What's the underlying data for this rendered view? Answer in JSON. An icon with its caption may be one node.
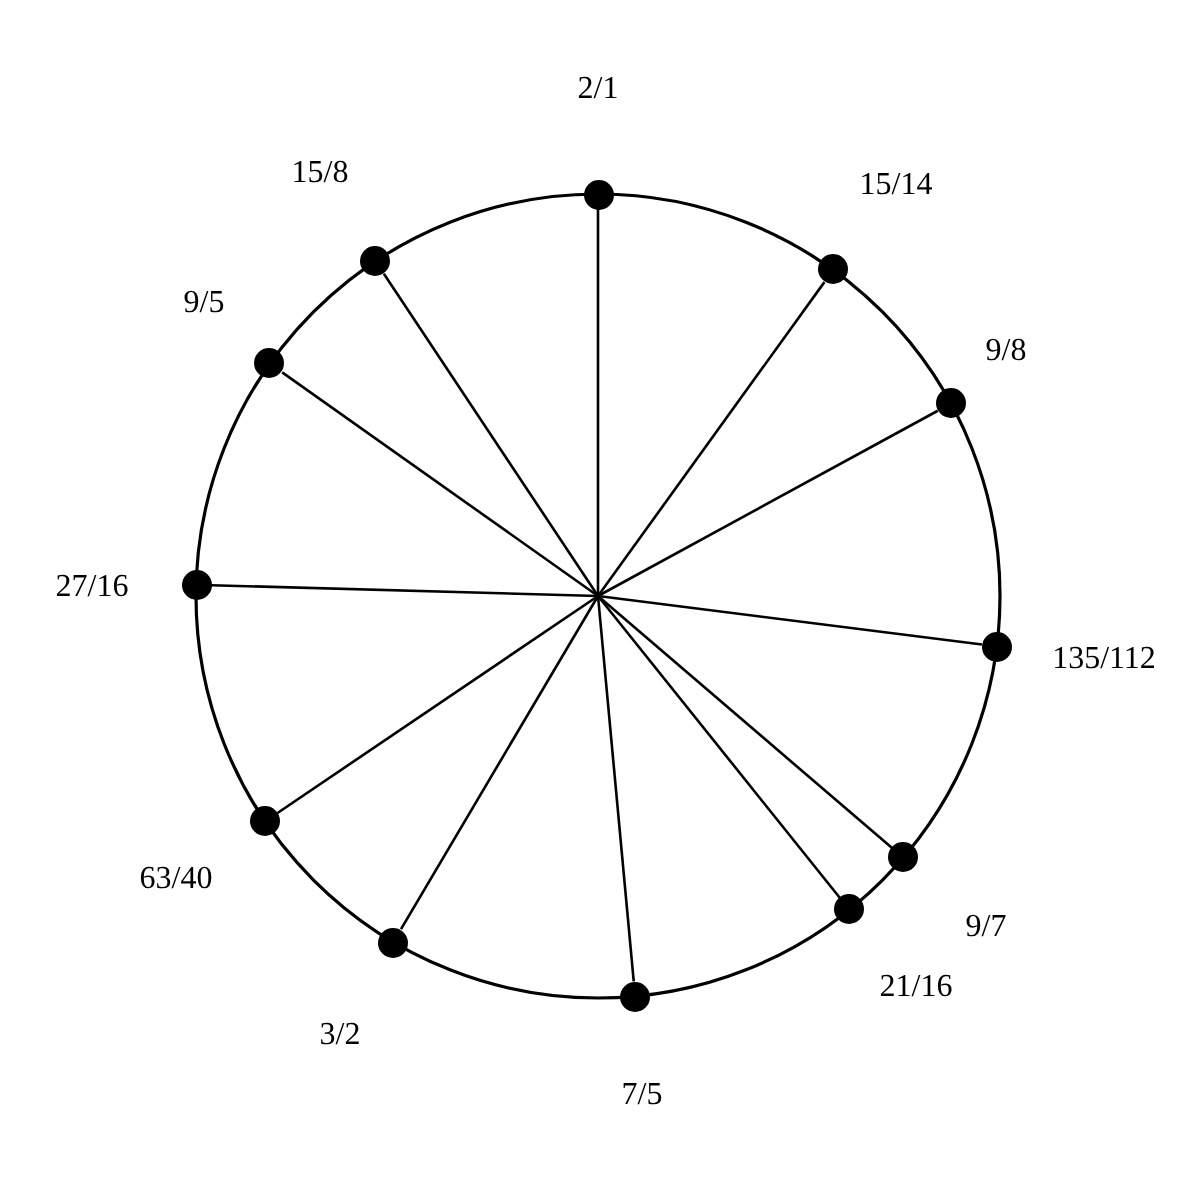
{
  "diagram": {
    "nodes": [
      {
        "text": [],
        "shape": "circle",
        "beside": [
          "2/1"
        ]
      },
      {
        "text": [],
        "shape": "circle",
        "beside": [
          "15/14"
        ]
      },
      {
        "text": [],
        "shape": "circle",
        "beside": [
          "9/8"
        ]
      },
      {
        "text": [],
        "shape": "circle",
        "beside": [
          "135/112"
        ]
      },
      {
        "text": [],
        "shape": "circle",
        "beside": [
          "9/7"
        ]
      },
      {
        "text": [],
        "shape": "circle",
        "beside": [
          "21/16"
        ]
      },
      {
        "text": [],
        "shape": "circle",
        "beside": [
          "7/5"
        ]
      },
      {
        "text": [],
        "shape": "circle",
        "beside": [
          "3/2"
        ]
      },
      {
        "text": [],
        "shape": "circle",
        "beside": [
          "63/40"
        ]
      },
      {
        "text": [],
        "shape": "circle",
        "beside": [
          "27/16"
        ]
      },
      {
        "text": [],
        "shape": "circle",
        "beside": [
          "9/5"
        ]
      },
      {
        "text": [],
        "shape": "circle",
        "beside": [
          "15/8"
        ]
      }
    ],
    "edges": [
      {
        "from": null,
        "to": 0,
        "arrow": "none"
      },
      {
        "from": null,
        "to": 1,
        "arrow": "none"
      },
      {
        "from": null,
        "to": 2,
        "arrow": "none"
      },
      {
        "from": null,
        "to": 3,
        "arrow": "none"
      },
      {
        "from": null,
        "to": 4,
        "arrow": "none"
      },
      {
        "from": null,
        "to": 5,
        "arrow": "none"
      },
      {
        "from": null,
        "to": 6,
        "arrow": "none"
      },
      {
        "from": null,
        "to": 7,
        "arrow": "none"
      },
      {
        "from": null,
        "to": 8,
        "arrow": "none"
      },
      {
        "from": null,
        "to": 9,
        "arrow": "none"
      },
      {
        "from": null,
        "to": 10,
        "arrow": "none"
      },
      {
        "from": null,
        "to": 11,
        "arrow": "none"
      }
    ]
  }
}
